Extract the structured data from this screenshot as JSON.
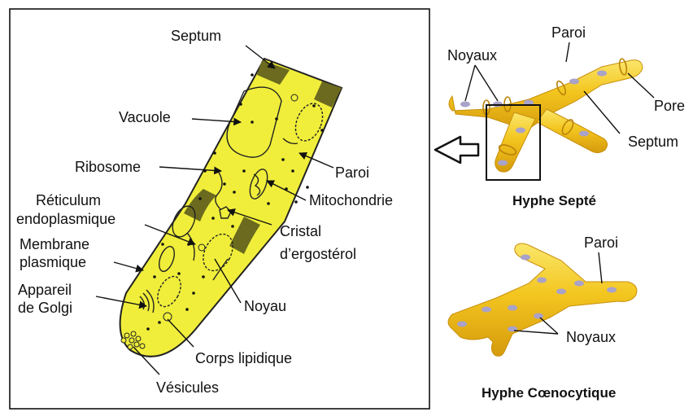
{
  "diagram": {
    "detail_labels": {
      "septum": "Septum",
      "vacuole": "Vacuole",
      "ribosome": "Ribosome",
      "paroi": "Paroi",
      "mitochondrie": "Mitochondrie",
      "reticulum_1": "Réticulum",
      "reticulum_2": "endoplasmique",
      "cristal_1": "Cristal",
      "cristal_2": "d’ergostérol",
      "membrane_1": "Membrane",
      "membrane_2": "plasmique",
      "golgi_1": "Appareil",
      "golgi_2": "de Golgi",
      "noyau": "Noyau",
      "corps_lipidique": "Corps lipidique",
      "vesicules": "Vésicules"
    },
    "septate": {
      "noyaux": "Noyaux",
      "paroi": "Paroi",
      "pore": "Pore",
      "septum": "Septum",
      "caption": "Hyphe Septé"
    },
    "coenocytic": {
      "paroi": "Paroi",
      "noyaux": "Noyaux",
      "caption": "Hyphe Cœnocytique"
    }
  },
  "colors": {
    "cytoplasm": "#f0ee3a",
    "wall_dark": "#6b6a1f",
    "hypha": "#f2c521",
    "hypha_shade": "#d9a20f",
    "nucleus": "#a9a2c9",
    "line": "#111111"
  }
}
